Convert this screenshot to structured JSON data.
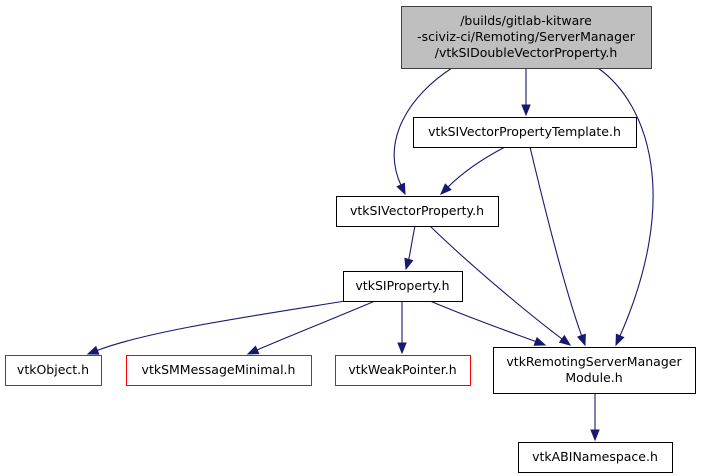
{
  "diagram": {
    "type": "include-dependency-graph",
    "colors": {
      "root_fill": "#bfbfbf",
      "root_border": "#404040",
      "node_fill": "#ffffff",
      "node_border": "#000000",
      "missing_border": "#ff0000",
      "edge": "#191970"
    },
    "nodes": [
      {
        "id": "root",
        "lines": [
          "/builds/gitlab-kitware",
          "-sciviz-ci/Remoting/ServerManager",
          "/vtkSIDoubleVectorProperty.h"
        ],
        "style": "root"
      },
      {
        "id": "template",
        "lines": [
          "vtkSIVectorPropertyTemplate.h"
        ],
        "style": "normal"
      },
      {
        "id": "vectorprop",
        "lines": [
          "vtkSIVectorProperty.h"
        ],
        "style": "normal"
      },
      {
        "id": "siprop",
        "lines": [
          "vtkSIProperty.h"
        ],
        "style": "normal"
      },
      {
        "id": "vtkobject",
        "lines": [
          "vtkObject.h"
        ],
        "style": "missing"
      },
      {
        "id": "smmsg",
        "lines": [
          "vtkSMMessageMinimal.h"
        ],
        "style": "missing"
      },
      {
        "id": "weakptr",
        "lines": [
          "vtkWeakPointer.h"
        ],
        "style": "missing"
      },
      {
        "id": "module",
        "lines": [
          "vtkRemotingServerManager",
          "Module.h"
        ],
        "style": "normal"
      },
      {
        "id": "abins",
        "lines": [
          "vtkABINamespace.h"
        ],
        "style": "normal"
      }
    ],
    "edges": [
      {
        "from": "root",
        "to": "template"
      },
      {
        "from": "root",
        "to": "vectorprop"
      },
      {
        "from": "root",
        "to": "module"
      },
      {
        "from": "template",
        "to": "vectorprop"
      },
      {
        "from": "template",
        "to": "module"
      },
      {
        "from": "vectorprop",
        "to": "siprop"
      },
      {
        "from": "vectorprop",
        "to": "module"
      },
      {
        "from": "siprop",
        "to": "vtkobject"
      },
      {
        "from": "siprop",
        "to": "smmsg"
      },
      {
        "from": "siprop",
        "to": "weakptr"
      },
      {
        "from": "siprop",
        "to": "module"
      },
      {
        "from": "module",
        "to": "abins"
      }
    ]
  }
}
